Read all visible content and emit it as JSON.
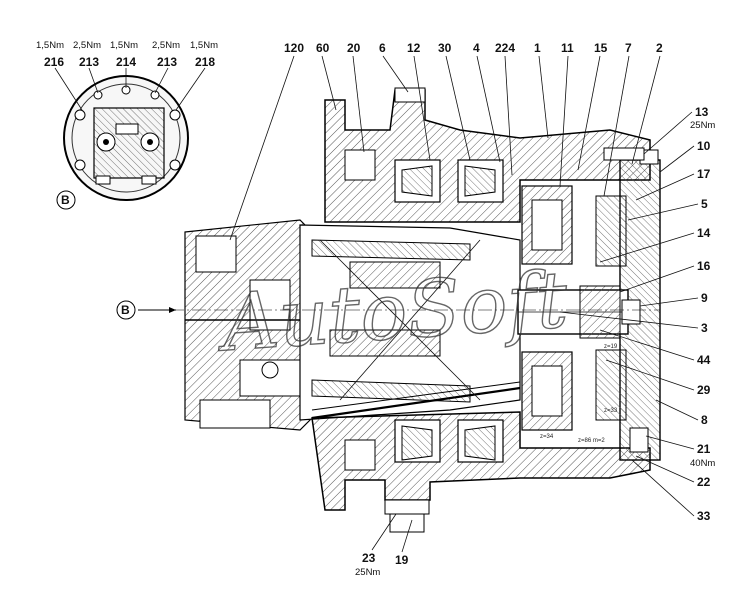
{
  "watermark": "AutoSoft",
  "view_b": {
    "marker": "B",
    "torques": [
      "1,5Nm",
      "2,5Nm",
      "1,5Nm",
      "2,5Nm",
      "1,5Nm"
    ],
    "items": [
      "216",
      "213",
      "214",
      "213",
      "218"
    ]
  },
  "section_arrow_label": "B",
  "top_callouts": [
    "120",
    "60",
    "20",
    "6",
    "12",
    "30",
    "4",
    "224",
    "1",
    "11",
    "15",
    "7",
    "2"
  ],
  "right_callouts": [
    "13",
    "10",
    "17",
    "5",
    "14",
    "16",
    "9",
    "3",
    "44",
    "29",
    "8",
    "21",
    "22",
    "33"
  ],
  "right_torques": {
    "13": "25Nm",
    "21": "40Nm"
  },
  "bottom_callouts": [
    "23",
    "19"
  ],
  "bottom_torques": {
    "23": "25Nm"
  },
  "gear_notes": [
    "z=19",
    "z=33",
    "z=34",
    "z=86  m=2"
  ],
  "colors": {
    "ink": "#111111",
    "paper": "#ffffff",
    "hatch": "#444444"
  }
}
